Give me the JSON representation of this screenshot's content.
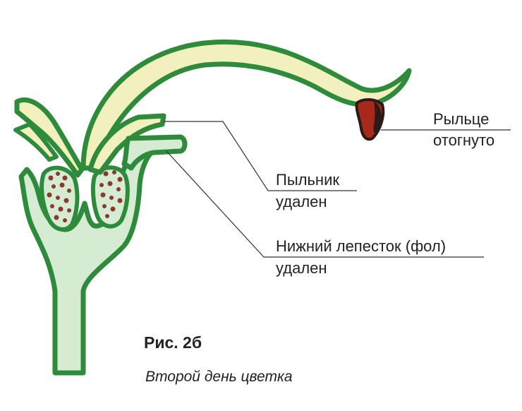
{
  "figure": {
    "number": "Рис. 2б",
    "caption": "Второй день цветка"
  },
  "callouts": {
    "stigma": {
      "line1": "Рыльце",
      "line2": "отогнуто"
    },
    "anther": {
      "line1": "Пыльник",
      "line2": "удален"
    },
    "lower_petal": {
      "line1": "Нижний лепесток (фол)",
      "line2": "удален"
    }
  },
  "colors": {
    "outline_green": "#2e8b3c",
    "stem_fill": "#d6ecd2",
    "style_fill": "#f3f0bf",
    "pollen": "#8a3a2a",
    "stigma_tip": "#a8281c",
    "stigma_dark": "#2a1a1a",
    "leader_lines": "#333333"
  }
}
